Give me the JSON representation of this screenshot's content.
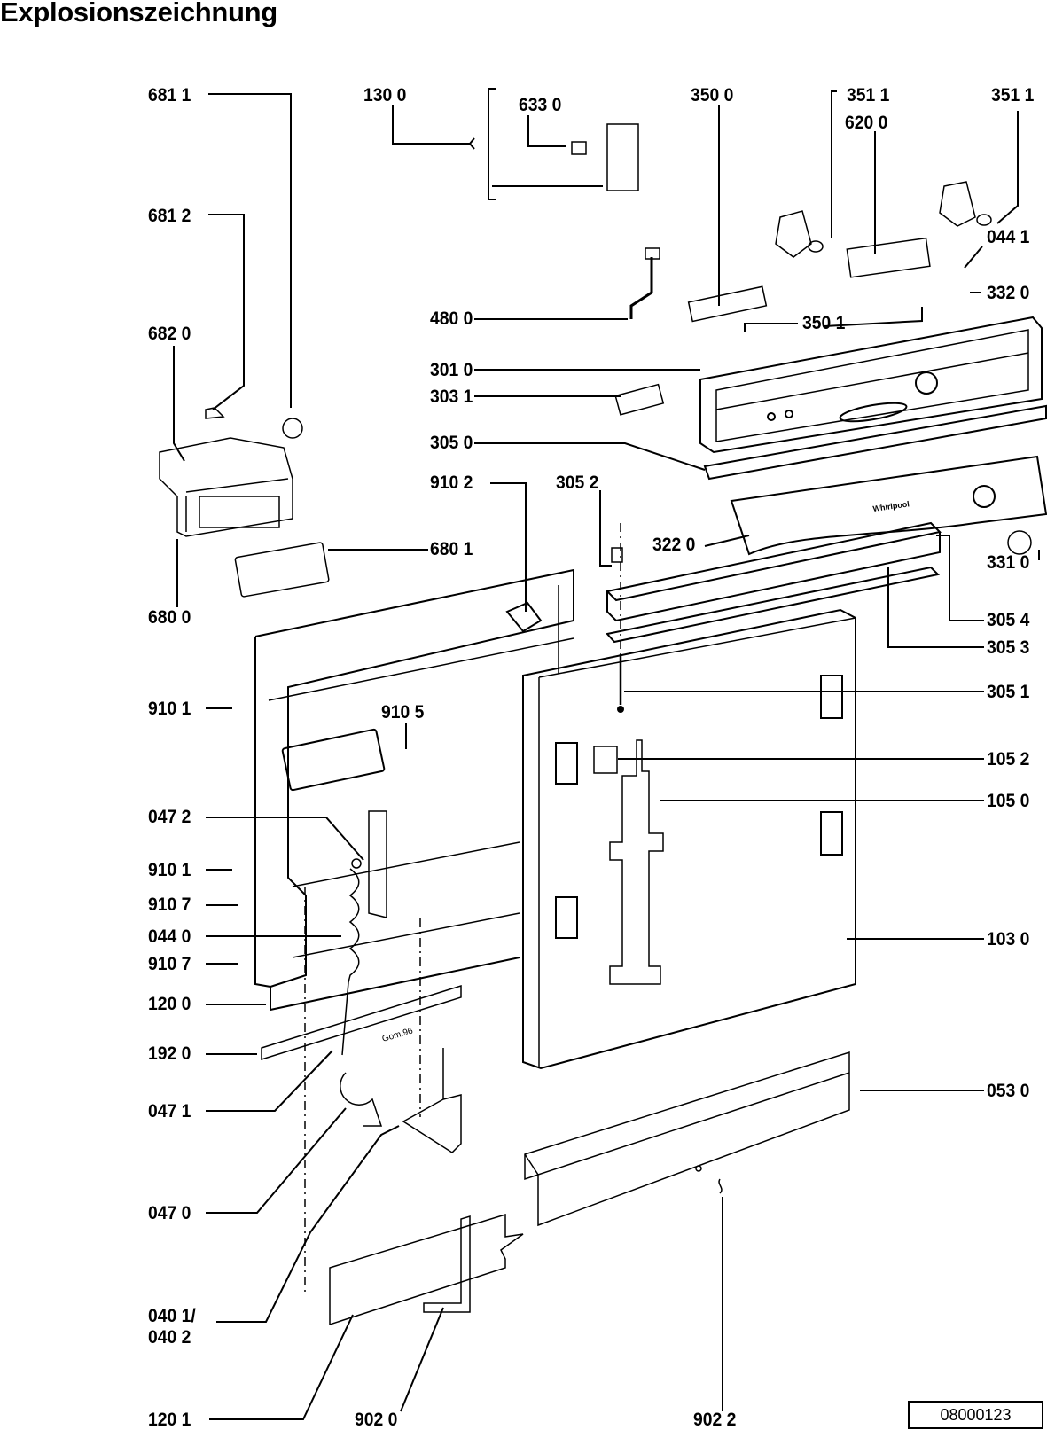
{
  "title": "Explosionszeichnung",
  "reference_number": "08000123",
  "brand_text": "Whirlpool",
  "gasket_text": "Gom.96",
  "parts": [
    {
      "id": "p6811a",
      "label": "681 1"
    },
    {
      "id": "p1300",
      "label": "130 0"
    },
    {
      "id": "p6330",
      "label": "633 0"
    },
    {
      "id": "p3500",
      "label": "350 0"
    },
    {
      "id": "p3511a",
      "label": "351 1"
    },
    {
      "id": "p6200",
      "label": "620 0"
    },
    {
      "id": "p3511b",
      "label": "351 1"
    },
    {
      "id": "p6812",
      "label": "681 2"
    },
    {
      "id": "p0441",
      "label": "044 1"
    },
    {
      "id": "p3320",
      "label": "332 0"
    },
    {
      "id": "p6820",
      "label": "682 0"
    },
    {
      "id": "p4800",
      "label": "480 0"
    },
    {
      "id": "p3501",
      "label": "350 1"
    },
    {
      "id": "p3010",
      "label": "301 0"
    },
    {
      "id": "p3031",
      "label": "303 1"
    },
    {
      "id": "p3050",
      "label": "305 0"
    },
    {
      "id": "p9102",
      "label": "910 2"
    },
    {
      "id": "p3052",
      "label": "305 2"
    },
    {
      "id": "p3220",
      "label": "322 0"
    },
    {
      "id": "p6801",
      "label": "680 1"
    },
    {
      "id": "p3310",
      "label": "331 0"
    },
    {
      "id": "p6800",
      "label": "680 0"
    },
    {
      "id": "p3054",
      "label": "305 4"
    },
    {
      "id": "p3053",
      "label": "305 3"
    },
    {
      "id": "p9101a",
      "label": "910 1"
    },
    {
      "id": "p3051",
      "label": "305 1"
    },
    {
      "id": "p9105",
      "label": "910 5"
    },
    {
      "id": "p1052",
      "label": "105 2"
    },
    {
      "id": "p0472",
      "label": "047 2"
    },
    {
      "id": "p1050",
      "label": "105 0"
    },
    {
      "id": "p9101b",
      "label": "910 1"
    },
    {
      "id": "p9107a",
      "label": "910 7"
    },
    {
      "id": "p0440",
      "label": "044 0"
    },
    {
      "id": "p1030",
      "label": "103 0"
    },
    {
      "id": "p9107b",
      "label": "910 7"
    },
    {
      "id": "p1200",
      "label": "120 0"
    },
    {
      "id": "p1920",
      "label": "192 0"
    },
    {
      "id": "p0530",
      "label": "053 0"
    },
    {
      "id": "p0471",
      "label": "047 1"
    },
    {
      "id": "p0470",
      "label": "047 0"
    },
    {
      "id": "p0401",
      "label": "040 1/"
    },
    {
      "id": "p0402",
      "label": "040 2"
    },
    {
      "id": "p1201",
      "label": "120 1"
    },
    {
      "id": "p9020",
      "label": "902 0"
    },
    {
      "id": "p9022",
      "label": "902 2"
    }
  ]
}
